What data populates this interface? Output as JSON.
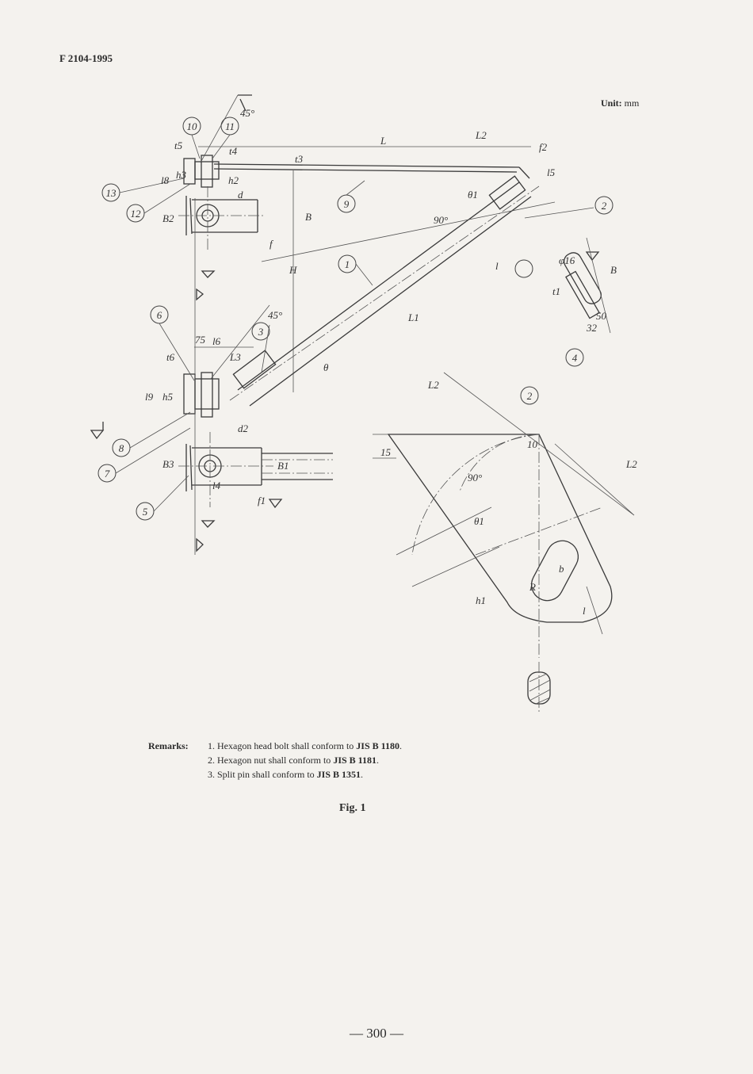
{
  "header": {
    "doc_id": "F 2104-1995",
    "unit_label": "Unit:",
    "unit_value": "mm"
  },
  "drawing": {
    "part_numbers": [
      "1",
      "2",
      "3",
      "4",
      "5",
      "6",
      "7",
      "8",
      "9",
      "10",
      "11",
      "12",
      "13"
    ],
    "dimension_labels": {
      "L": "L",
      "L1": "L1",
      "L2": "L2",
      "L3": "L3",
      "H": "H",
      "B": "B",
      "B1": "B1",
      "B2": "B2",
      "B3": "B3",
      "t1": "t1",
      "t3": "t3",
      "t4": "t4",
      "t5": "t5",
      "t6": "t6",
      "h1": "h1",
      "h2": "h2",
      "h3": "h3",
      "h5": "h5",
      "l": "l",
      "l4": "l4",
      "l5": "l5",
      "l6": "l6",
      "l8": "l8",
      "l9": "l9",
      "d": "d",
      "d2": "d2",
      "b": "b",
      "R": "R",
      "theta": "θ",
      "theta1": "θ1",
      "angle90": "90°",
      "weld45": "45°",
      "dim75": "75",
      "dim10": "10",
      "dim15": "15",
      "dim16": "φ16",
      "dim32": "32",
      "dim50": "50",
      "weld_f": "f",
      "weld_f1": "f1",
      "weld_f2": "f2"
    }
  },
  "remarks": {
    "heading": "Remarks:",
    "items": [
      {
        "prefix": "1.",
        "text": "Hexagon head bolt shall conform to ",
        "ref": "JIS B 1180",
        "end": "."
      },
      {
        "prefix": "2.",
        "text": "Hexagon nut shall conform to ",
        "ref": "JIS B 1181",
        "end": "."
      },
      {
        "prefix": "3.",
        "text": "Split pin shall conform to ",
        "ref": "JIS B 1351",
        "end": "."
      }
    ]
  },
  "caption": "Fig. 1",
  "page_number": "— 300 —"
}
